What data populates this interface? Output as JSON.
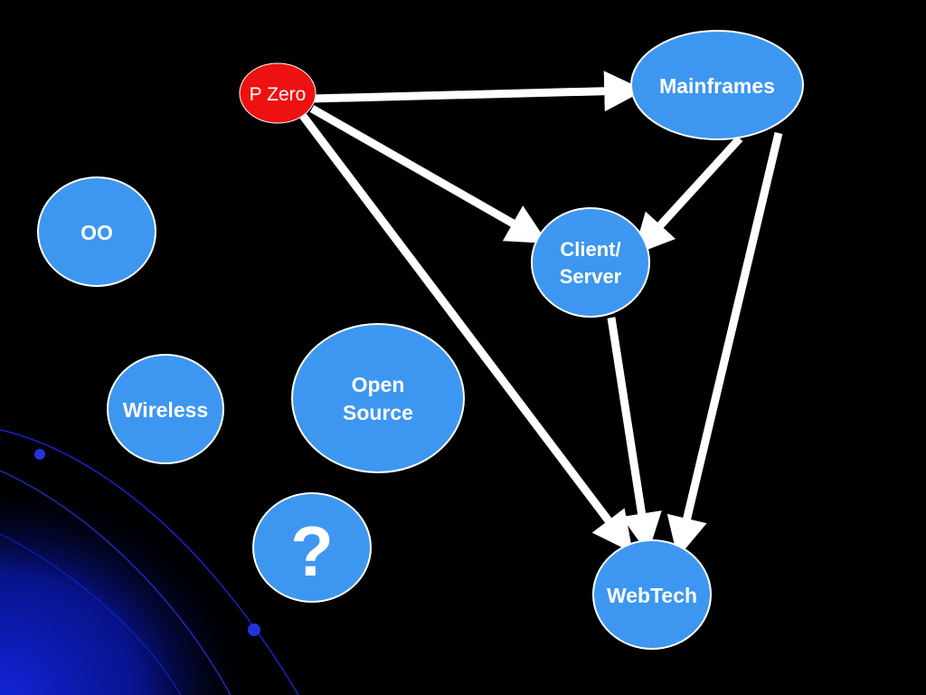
{
  "colors": {
    "background": "#000000",
    "node_fill": "#3d97f0",
    "start_node_fill": "#ee1111",
    "node_stroke": "#ffffff",
    "arrow": "#ffffff",
    "decor_blue": "#0a1cb8"
  },
  "nodes": {
    "pzero": {
      "label": "P Zero"
    },
    "mainframes": {
      "label": "Mainframes"
    },
    "client_server": {
      "line1": "Client/",
      "line2": "Server"
    },
    "webtech": {
      "label": "WebTech"
    },
    "oo": {
      "label": "OO"
    },
    "wireless": {
      "label": "Wireless"
    },
    "open_source": {
      "line1": "Open",
      "line2": "Source"
    },
    "unknown": {
      "label": "?"
    }
  },
  "edges": [
    {
      "from": "P Zero",
      "to": "Mainframes"
    },
    {
      "from": "P Zero",
      "to": "Client/Server"
    },
    {
      "from": "P Zero",
      "to": "WebTech"
    },
    {
      "from": "Mainframes",
      "to": "Client/Server"
    },
    {
      "from": "Mainframes",
      "to": "WebTech"
    },
    {
      "from": "Client/Server",
      "to": "WebTech"
    }
  ]
}
